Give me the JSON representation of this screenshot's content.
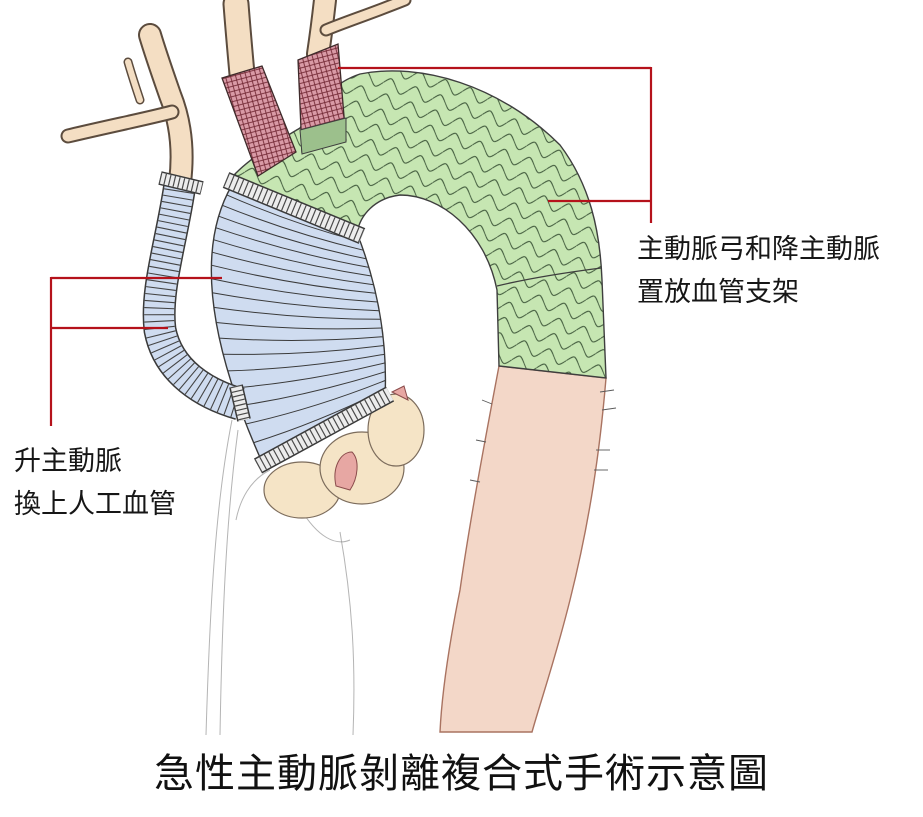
{
  "labels": {
    "arch_stent": [
      "主動脈弓和降主動脈",
      "置放血管支架"
    ],
    "ascending_graft": [
      "升主動脈",
      "換上人工血管"
    ]
  },
  "title": "急性主動脈剝離複合式手術示意圖",
  "colors": {
    "leader_line": "#b5121b",
    "graft": "#cfdcf0",
    "stent": "#c6e6b2",
    "aorta": "#f3d7c8",
    "branch_stent": "#d99aa6",
    "vessel": "#f4dec3"
  }
}
